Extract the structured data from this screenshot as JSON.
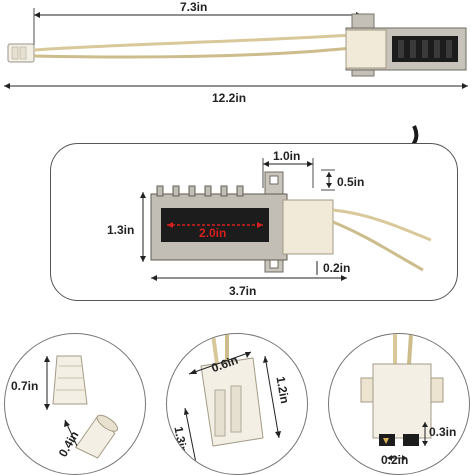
{
  "top_view": {
    "length_label": "7.3in",
    "total_length_label": "12.2in"
  },
  "detail_view": {
    "width_label": "1.0in",
    "bracket_offset_label": "0.5in",
    "height_label": "1.3in",
    "element_label": "2.0in",
    "bottom_offset_label": "0.2in",
    "body_length_label": "3.7in"
  },
  "connector_cap": {
    "height_label": "0.7in",
    "diameter_label": "0.4in"
  },
  "connector_plug": {
    "width_label": "0.6in",
    "depth_label": "1.2in",
    "length_label": "1.3in"
  },
  "connector_pin": {
    "pin_spacing_label": "0.2in",
    "pin_height_label": "0.3in"
  },
  "colors": {
    "wire": "#d8c89a",
    "ceramic": "#f2ead8",
    "metal": "#b9b6b0",
    "element": "#1c1c1c",
    "highlight_red": "#d42020",
    "arrow": "#1a1a1a"
  }
}
